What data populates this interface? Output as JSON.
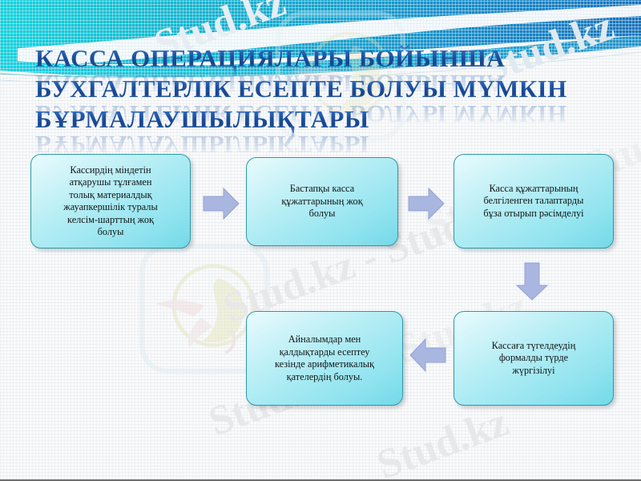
{
  "slide": {
    "title_lines": [
      "КАССА ОПЕРАЦИЯЛАРЫ БОЙЫНША",
      "БУХГАЛТЕРЛІК ЕСЕПТЕ БОЛУЫ МҮМКІН",
      "БҰРМАЛАУШЫЛЫҚТАРЫ"
    ],
    "colors": {
      "title_blue": "#1b4f9e",
      "box_border_teal": "#2a9aa6",
      "box_fill_light": "#e9fbfd",
      "box_fill_dark": "#74d9e8",
      "arrow_periwinkle": "#a9b6e0",
      "arrow_border": "#8e9dd3",
      "wave_teal": "#0fb5cd",
      "wave_blue": "#0d77c0",
      "background": "#fbfbfc",
      "watermark_grey": "#e8e8ea"
    },
    "watermarks": [
      "Stud.kz - Stud.kz",
      "Stud.kz",
      "Stud.kz",
      "Stud.kz",
      "Stud.kz",
      "Stud.kz",
      "Stud.kz"
    ]
  },
  "flow": {
    "boxes": [
      {
        "id": "box-1",
        "text": "Кассирдің міндетін\nатқарушы тұлғамен\nтолық материалдық\nжауапкершілік туралы\nкелсім-шарттың жоқ\nболуы"
      },
      {
        "id": "box-2",
        "text": "Бастапқы касса\nқұжаттарының жоқ\nболуы"
      },
      {
        "id": "box-3",
        "text": "Касса құжаттарының\nбелгіленген талаптарды\nбұза отырып рәсімделуі"
      },
      {
        "id": "box-4",
        "text": "Кассаға түгелдеудің\nформалды түрде\nжүргізілуі"
      },
      {
        "id": "box-5",
        "text": "Айналымдар мен\nқалдықтарды есептеу\nкезінде арифметикалық\nқателердің болуы."
      }
    ],
    "arrows": [
      {
        "id": "arrow-1",
        "direction": "right",
        "from": "box-1",
        "to": "box-2"
      },
      {
        "id": "arrow-2",
        "direction": "right",
        "from": "box-2",
        "to": "box-3"
      },
      {
        "id": "arrow-3",
        "direction": "down",
        "from": "box-3",
        "to": "box-4"
      },
      {
        "id": "arrow-4",
        "direction": "left",
        "from": "box-4",
        "to": "box-5"
      }
    ]
  }
}
